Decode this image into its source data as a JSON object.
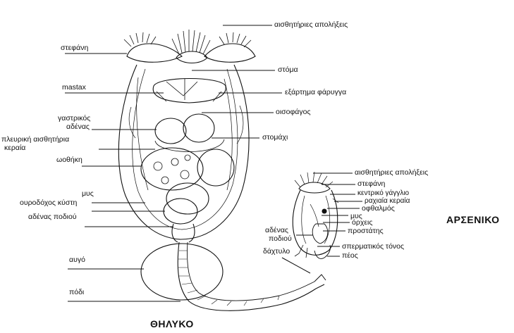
{
  "female": {
    "title": "ΘΗΛΥΚΟ",
    "labels": {
      "sensory_bristles": "αισθητήριες απολήξεις",
      "corona": "στεφάνη",
      "mouth": "στόμα",
      "mastax": "mastax",
      "pharynx_appendage": "εξάρτημα φάρυγγα",
      "gastric_gland_1": "γαστρικός",
      "gastric_gland_2": "αδένας",
      "esophagus": "οισοφάγος",
      "lateral_antenna_1": "πλευρική αισθητήρια",
      "lateral_antenna_2": "κεραία",
      "stomach": "στομάχι",
      "ovary": "ωοθήκη",
      "muscle": "μυς",
      "bladder": "ουροδόχος κύστη",
      "foot_gland": "αδένας ποδιού",
      "egg": "αυγό",
      "foot": "πόδι"
    }
  },
  "male": {
    "title": "ΑΡΣΕΝΙΚΟ",
    "labels": {
      "sensory_bristles": "αισθητήριες απολήξεις",
      "corona": "στεφάνη",
      "central_ganglion": "κεντρικό γάγγλιο",
      "dorsal_antenna": "ραχιαία κεραία",
      "eye": "οφθαλμός",
      "muscle": "μυς",
      "testis": "όρχεις",
      "prostate": "προστάτης",
      "foot_gland_1": "αδένας",
      "foot_gland_2": "ποδιού",
      "toe": "δάχτυλο",
      "sperm_duct": "σπερματικός τόνος",
      "penis": "πέος"
    }
  },
  "colors": {
    "ink": "#111111",
    "background": "#ffffff"
  }
}
